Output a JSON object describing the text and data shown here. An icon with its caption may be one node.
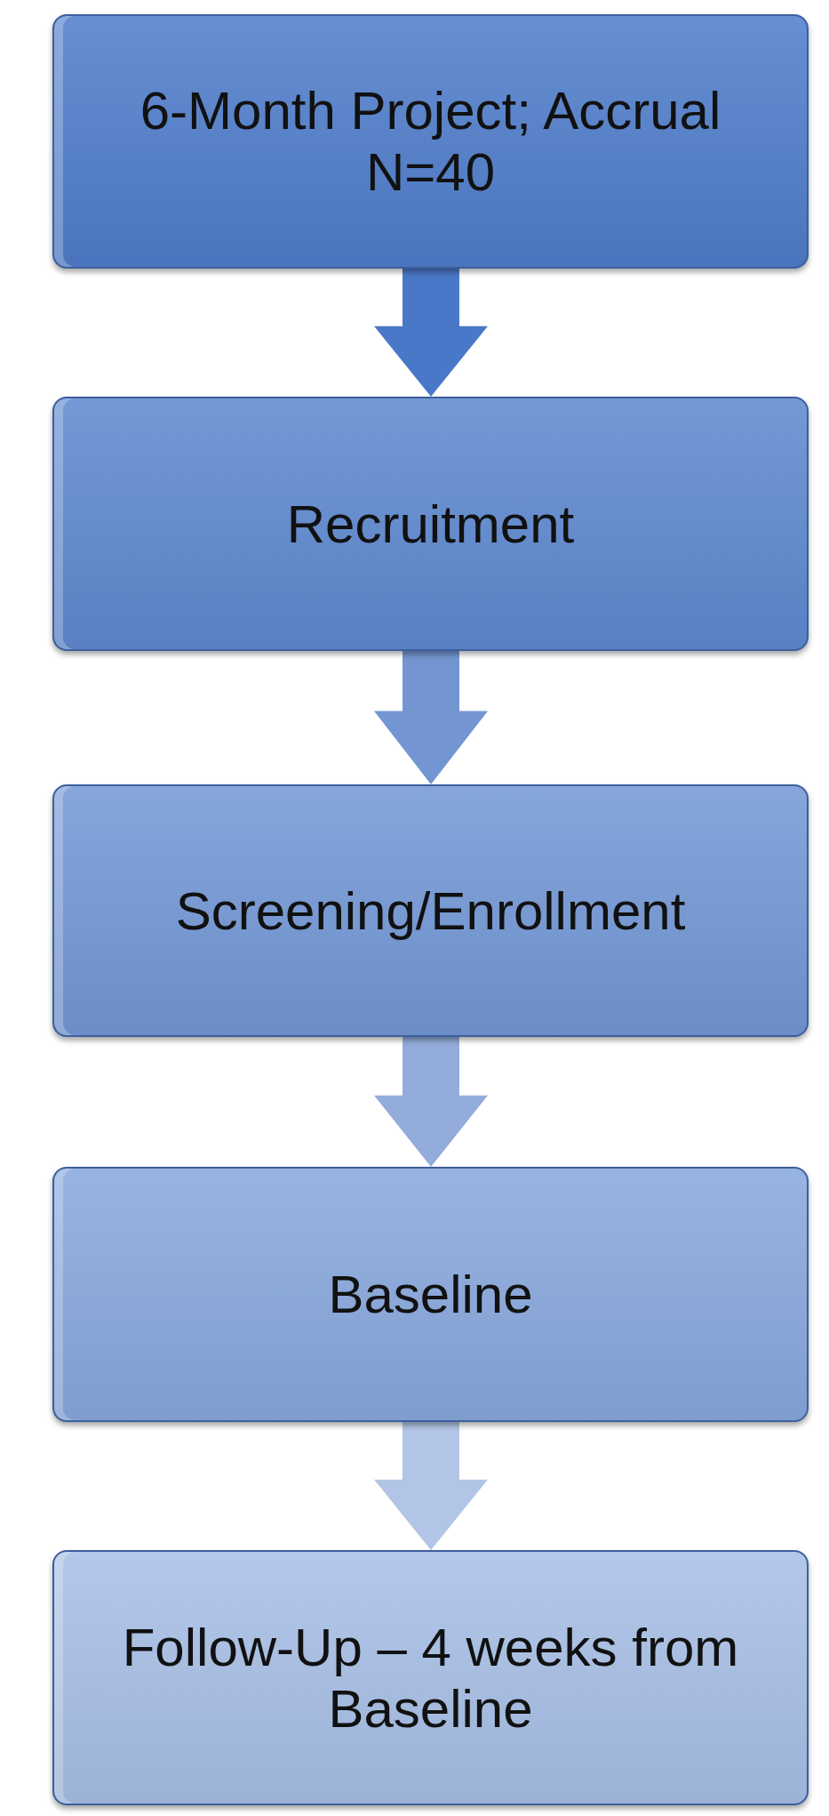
{
  "diagram": {
    "nodes": [
      {
        "text": [
          "6-Month Project; Accrual N=40"
        ]
      },
      {
        "text": [
          "Recruitment"
        ]
      },
      {
        "text": [
          "Screening/Enrollment"
        ]
      },
      {
        "text": [
          "Baseline"
        ]
      },
      {
        "text": [
          "Follow-Up – 4 weeks from Baseline"
        ]
      }
    ],
    "edges": [
      {
        "from": 0,
        "to": 1,
        "arrow": "to",
        "color": "#4a78c8"
      },
      {
        "from": 1,
        "to": 2,
        "arrow": "to",
        "color": "#7396d2"
      },
      {
        "from": 2,
        "to": 3,
        "arrow": "to",
        "color": "#93acdc"
      },
      {
        "from": 3,
        "to": 4,
        "arrow": "to",
        "color": "#b3c5e6"
      }
    ]
  }
}
